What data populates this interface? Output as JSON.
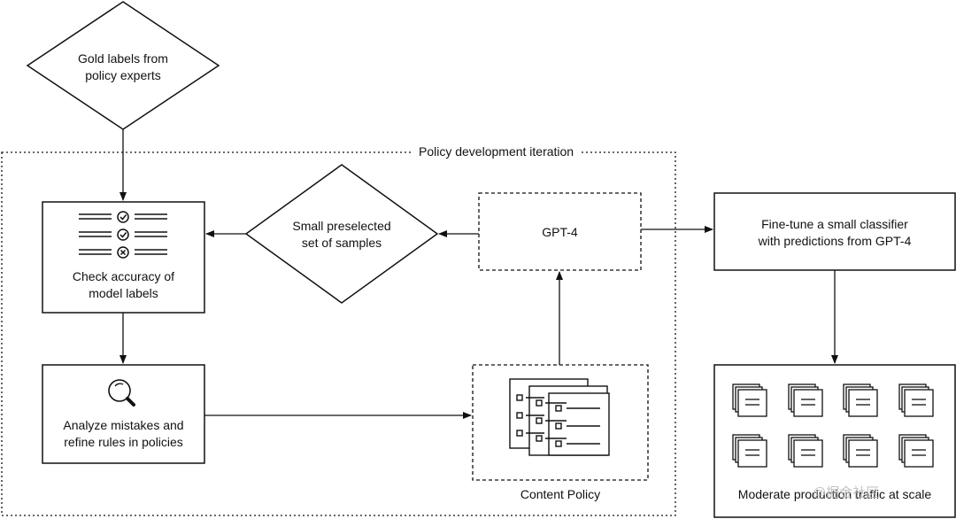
{
  "group": {
    "label": "Policy development iteration"
  },
  "nodes": {
    "gold_labels": {
      "line1": "Gold labels from",
      "line2": "policy experts"
    },
    "check_accuracy": {
      "line1": "Check accuracy of",
      "line2": "model labels"
    },
    "samples": {
      "line1": "Small preselected",
      "line2": "set of samples"
    },
    "gpt4": {
      "label": "GPT-4"
    },
    "fine_tune": {
      "line1": "Fine-tune a small classifier",
      "line2": "with predictions from GPT-4"
    },
    "analyze": {
      "line1": "Analyze mistakes and",
      "line2": "refine rules in policies"
    },
    "content_policy": {
      "label": "Content Policy"
    },
    "moderate": {
      "label": "Moderate production traffic at scale"
    }
  },
  "watermark": "@掘金社区",
  "colors": {
    "stroke": "#111111",
    "background": "#ffffff",
    "watermark": "#b9b9b9"
  }
}
